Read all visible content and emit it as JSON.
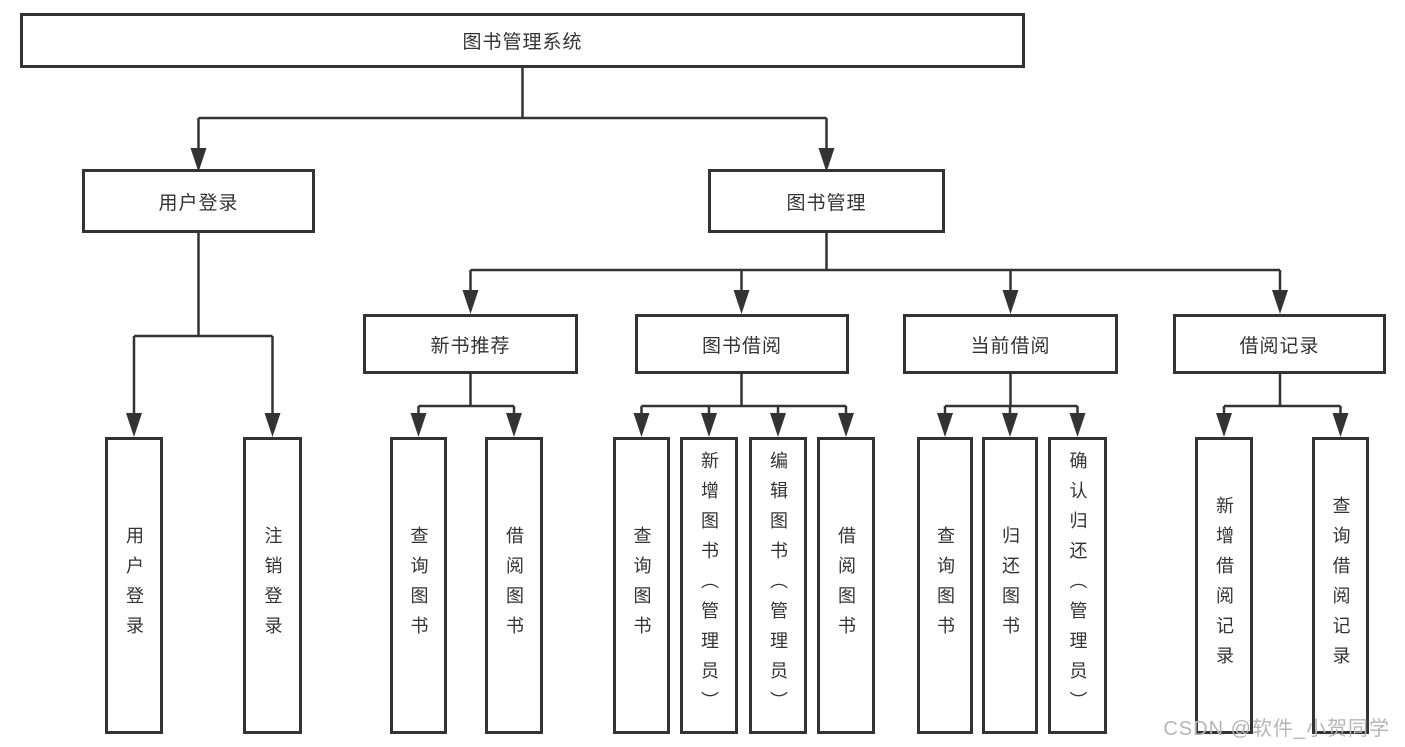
{
  "diagram": {
    "root": {
      "label": "图书管理系统"
    },
    "level2": [
      {
        "label": "用户登录"
      },
      {
        "label": "图书管理"
      }
    ],
    "level3": [
      {
        "label": "新书推荐"
      },
      {
        "label": "图书借阅"
      },
      {
        "label": "当前借阅"
      },
      {
        "label": "借阅记录"
      }
    ],
    "leaves": {
      "user_login": [
        {
          "label": "用户登录"
        },
        {
          "label": "注销登录"
        }
      ],
      "new_book": [
        {
          "label": "查询图书"
        },
        {
          "label": "借阅图书"
        }
      ],
      "book_borrow": [
        {
          "label": "查询图书"
        },
        {
          "label": "新增图书（管理员）"
        },
        {
          "label": "编辑图书（管理员）"
        },
        {
          "label": "借阅图书"
        }
      ],
      "current_borrow": [
        {
          "label": "查询图书"
        },
        {
          "label": "归还图书"
        },
        {
          "label": "确认归还（管理员）"
        }
      ],
      "borrow_record": [
        {
          "label": "新增借阅记录"
        },
        {
          "label": "查询借阅记录"
        }
      ]
    }
  },
  "watermark": {
    "text": "CSDN @软件_小贺同学"
  },
  "colors": {
    "line": "#333333",
    "box_border": "#333333",
    "box_background": "#ffffff",
    "text": "#333333",
    "watermark": "#b5b5b5",
    "page_background": "#ffffff"
  }
}
